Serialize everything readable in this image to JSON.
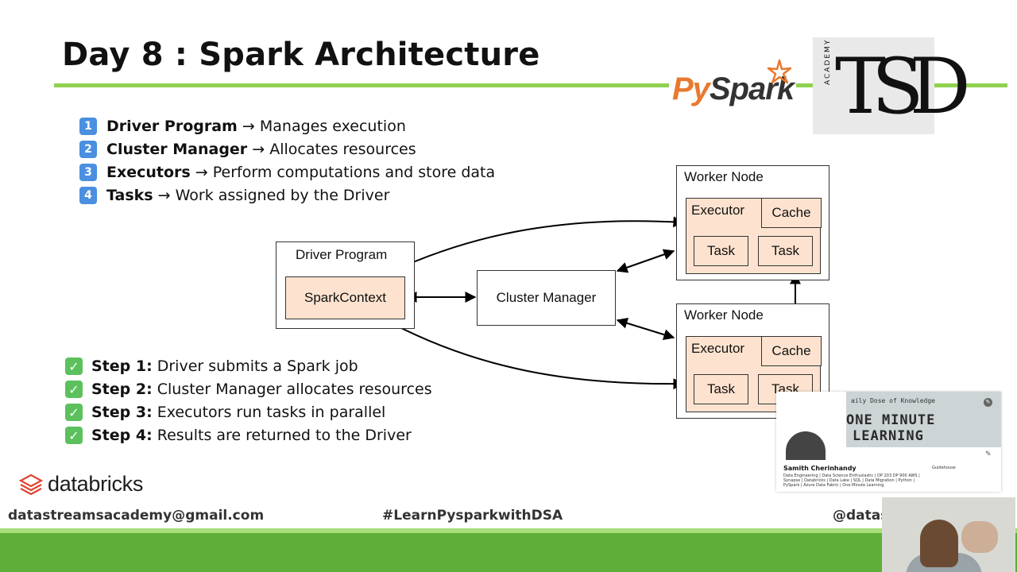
{
  "title": "Day 8 : Spark Architecture",
  "logos": {
    "pyspark_py": "Py",
    "pyspark_spark": "Spar",
    "pyspark_k": "k",
    "academy_initials": "TSD",
    "academy_word": "ACADEMY",
    "databricks": "databricks"
  },
  "components": [
    {
      "num": "1",
      "term": "Driver Program",
      "desc": "→ Manages execution"
    },
    {
      "num": "2",
      "term": "Cluster Manager",
      "desc": "→ Allocates resources"
    },
    {
      "num": "3",
      "term": "Executors",
      "desc": "→ Perform computations and store data"
    },
    {
      "num": "4",
      "term": "Tasks",
      "desc": "→ Work assigned by the Driver"
    }
  ],
  "diagram": {
    "driver_program": "Driver Program",
    "spark_context": "SparkContext",
    "cluster_manager": "Cluster Manager",
    "worker_nodes": [
      {
        "label": "Worker Node",
        "executor": "Executor",
        "cache": "Cache",
        "tasks": [
          "Task",
          "Task"
        ]
      },
      {
        "label": "Worker Node",
        "executor": "Executor",
        "cache": "Cache",
        "tasks": [
          "Task",
          "Task"
        ]
      }
    ]
  },
  "steps": [
    {
      "label": "Step 1:",
      "text": "Driver submits a Spark job"
    },
    {
      "label": "Step 2:",
      "text": "Cluster Manager allocates resources"
    },
    {
      "label": "Step 3:",
      "text": "Executors run tasks in parallel"
    },
    {
      "label": "Step 4:",
      "text": "Results are returned to the Driver"
    }
  ],
  "footer": {
    "email": "datastreamsacademy@gmail.com",
    "hashtag": "#LearnPysparkwithDSA",
    "handle": "@datas"
  },
  "profile_card": {
    "tagline": "aily Dose of Knowledge",
    "banner_line1": "ONE MINUTE",
    "banner_line2": "LEARNING",
    "name": "Samith Cherinhandy",
    "bio": "Data Engineering | Data Science Enthusiastic | DP 203 DP 900 AWS | Synapse | Databricks | Data Lake | SQL | Data Migration | Python | PySpark | Azure Data Fabric | One Minute Learning",
    "company": "Guidehouse"
  },
  "colors": {
    "accent_green": "#8fd14f",
    "footer_green": "#5fae3a",
    "number_badge_blue": "#4a8fe0",
    "check_green": "#5cc15c",
    "node_fill": "#fde3cf",
    "pyspark_orange": "#e8792e"
  }
}
